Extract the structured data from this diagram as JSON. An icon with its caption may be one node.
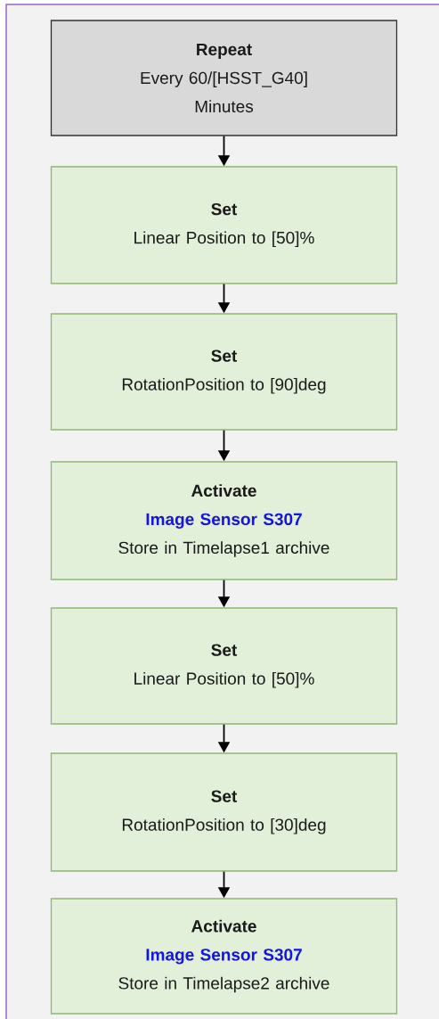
{
  "diagram": {
    "nodes": [
      {
        "text": [
          "Repeat",
          "Every 60/[HSST_G40] Minutes"
        ]
      },
      {
        "text": [
          "Set",
          "Linear Position to [50]%"
        ]
      },
      {
        "text": [
          "Set",
          "RotationPosition to [90]deg"
        ]
      },
      {
        "text": [
          "Activate",
          "Image Sensor S307",
          "Store in Timelapse1 archive"
        ]
      },
      {
        "text": [
          "Set",
          "Linear Position to [50]%"
        ]
      },
      {
        "text": [
          "Set",
          "RotationPosition to [30]deg"
        ]
      },
      {
        "text": [
          "Activate",
          "Image Sensor S307",
          "Store in Timelapse2 archive"
        ]
      }
    ],
    "edges": [
      {
        "from": 0,
        "to": 1,
        "arrow": "to"
      },
      {
        "from": 1,
        "to": 2,
        "arrow": "to"
      },
      {
        "from": 2,
        "to": 3,
        "arrow": "to"
      },
      {
        "from": 3,
        "to": 4,
        "arrow": "to"
      },
      {
        "from": 4,
        "to": 5,
        "arrow": "to"
      },
      {
        "from": 5,
        "to": 6,
        "arrow": "to"
      }
    ]
  }
}
